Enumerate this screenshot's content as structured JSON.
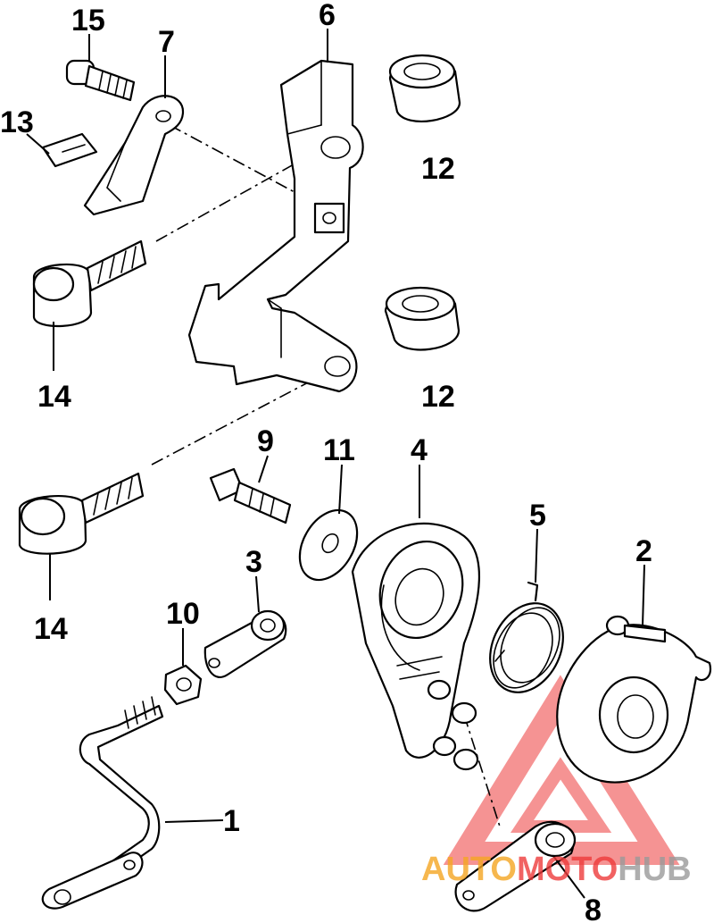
{
  "callouts": [
    {
      "id": "15",
      "label": "15"
    },
    {
      "id": "7",
      "label": "7"
    },
    {
      "id": "6",
      "label": "6"
    },
    {
      "id": "13",
      "label": "13"
    },
    {
      "id": "12a",
      "label": "12"
    },
    {
      "id": "14a",
      "label": "14"
    },
    {
      "id": "12b",
      "label": "12"
    },
    {
      "id": "9",
      "label": "9"
    },
    {
      "id": "11",
      "label": "11"
    },
    {
      "id": "4",
      "label": "4"
    },
    {
      "id": "5",
      "label": "5"
    },
    {
      "id": "3",
      "label": "3"
    },
    {
      "id": "2",
      "label": "2"
    },
    {
      "id": "10",
      "label": "10"
    },
    {
      "id": "14b",
      "label": "14"
    },
    {
      "id": "1",
      "label": "1"
    },
    {
      "id": "8",
      "label": "8"
    }
  ],
  "watermark": {
    "text_part1": "AUTO",
    "text_part2": "MOTO",
    "text_part3": "HUB",
    "color_red": "#ee3b3b",
    "color_orange": "#f5a623",
    "color_gray": "#9a9a9a"
  }
}
